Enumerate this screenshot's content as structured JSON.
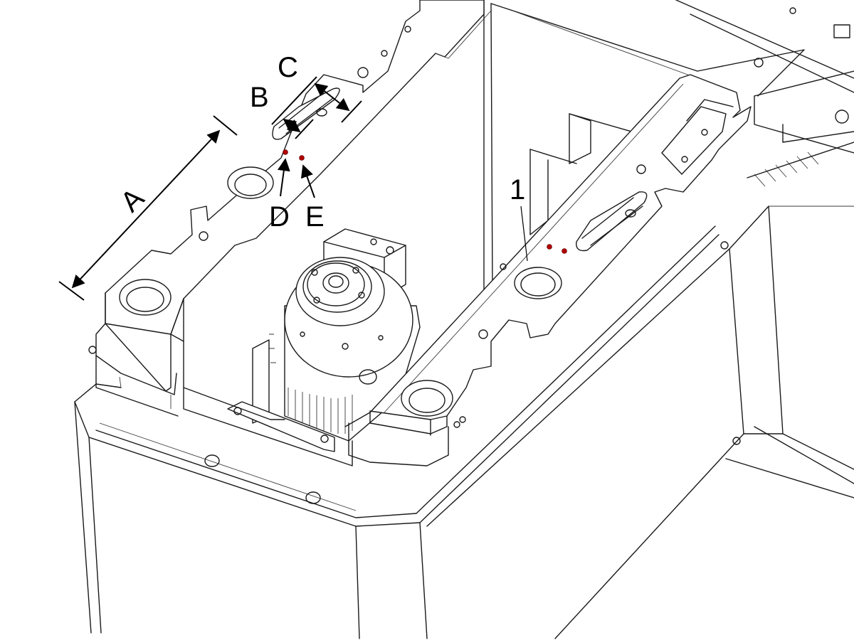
{
  "labels": {
    "a": "A",
    "b": "B",
    "c": "C",
    "d": "D",
    "e": "E",
    "part1": "1"
  },
  "colors": {
    "line": "#1a1a1a",
    "pin": "#b00000",
    "background": "#ffffff"
  }
}
